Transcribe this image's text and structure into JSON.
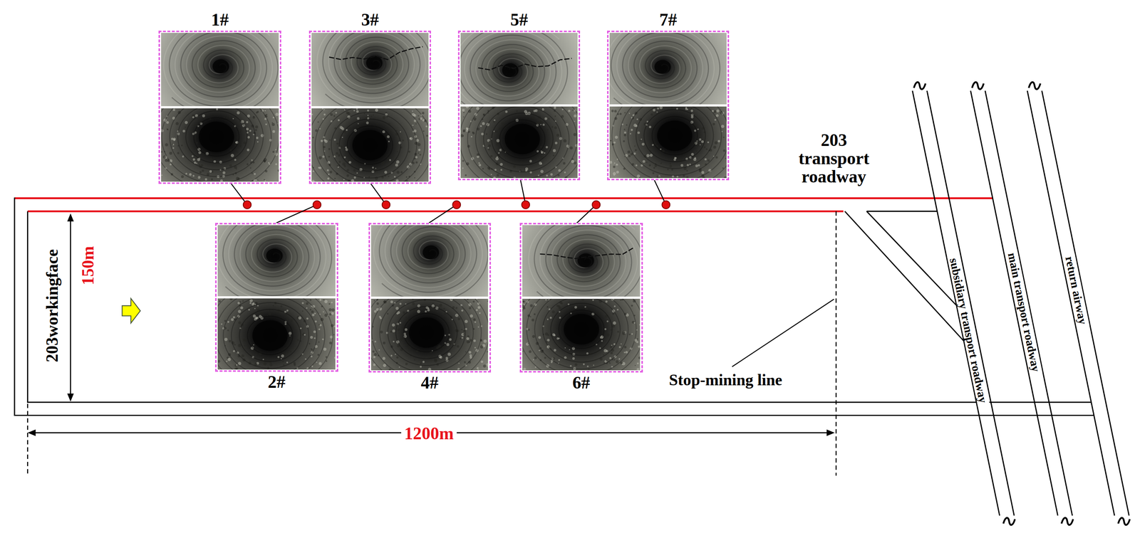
{
  "diagram": {
    "nodes": [
      {
        "text": [
          "1#"
        ]
      },
      {
        "text": [
          "3#"
        ]
      },
      {
        "text": [
          "5#"
        ]
      },
      {
        "text": [
          "7#"
        ]
      },
      {
        "text": [
          "2#"
        ]
      },
      {
        "text": [
          "4#"
        ]
      },
      {
        "text": [
          "6#"
        ]
      }
    ],
    "labels": [
      "203 transport roadway",
      "203workingface",
      "150m",
      "Stop-mining line",
      "subsidiary transport roadway",
      "main transport roadway",
      "return airway",
      "1200m"
    ]
  }
}
